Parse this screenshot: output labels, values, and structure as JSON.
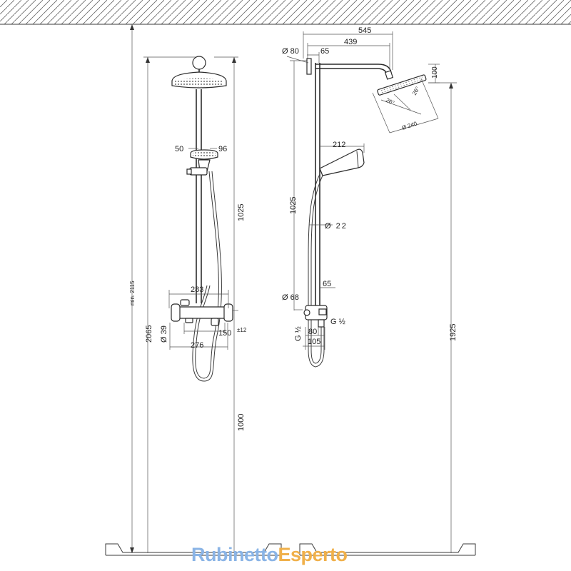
{
  "dimensions": {
    "min_height": "min. 2115",
    "total_height": "2065",
    "rail_upper": "1025",
    "rail_lower": "1000",
    "head_height": "1925",
    "side_rail": "1025",
    "arm_length": "545",
    "arm_inner": "439",
    "wall_rose": "Ø 80",
    "rose_offset": "65",
    "head_drop": "100",
    "head_angle_a": "26°",
    "head_angle_b": "26°",
    "head_diameter": "Ø 240",
    "hand_50": "50",
    "hand_96": "96",
    "hand_reach": "212",
    "pipe_diameter": "Ø 22",
    "mixer_width": "283",
    "mixer_knob": "Ø 39",
    "inlet_span": "150",
    "inlet_tol": "±12",
    "mixer_base": "276",
    "inlet_offset": "65",
    "flange": "Ø 68",
    "thread_left": "G ½",
    "thread_right": "G ½",
    "depth_80": "80",
    "depth_105": "105"
  },
  "watermark": {
    "part1": "Rubinetto",
    "part2": "Esperto"
  }
}
